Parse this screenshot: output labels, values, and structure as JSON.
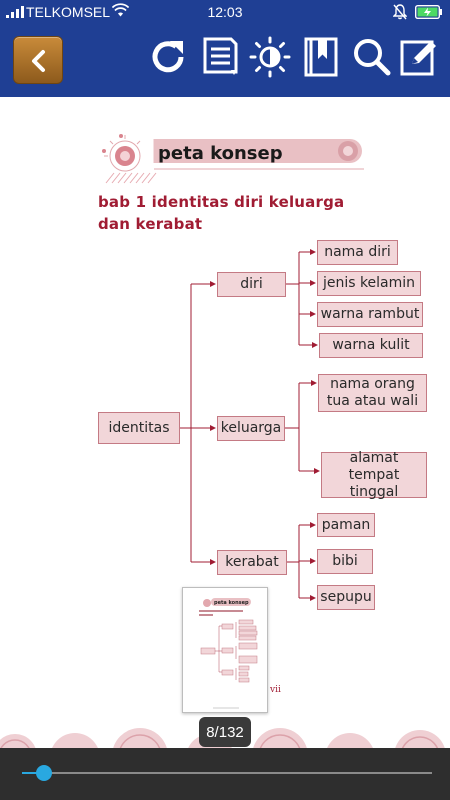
{
  "status": {
    "carrier": "TELKOMSEL",
    "time": "12:03"
  },
  "toolbar": {
    "icons": [
      "back-icon",
      "refresh-icon",
      "table-of-contents-icon",
      "brightness-icon",
      "bookmark-icon",
      "search-icon",
      "edit-note-icon"
    ]
  },
  "page": {
    "banner_title": "peta konsep",
    "chapter_title": "bab 1 identitas diri keluarga dan kerabat",
    "page_number_roman": "vii",
    "concept_map": {
      "root": "identitas",
      "branches": [
        {
          "label": "diri",
          "children": [
            "nama diri",
            "jenis kelamin",
            "warna rambut",
            "warna kulit"
          ]
        },
        {
          "label": "keluarga",
          "children": [
            "nama orang tua atau wali",
            "alamat tempat tinggal"
          ]
        },
        {
          "label": "kerabat",
          "children": [
            "paman",
            "bibi",
            "sepupu"
          ]
        }
      ]
    }
  },
  "navigator": {
    "page_indicator": "8/132",
    "progress": 0.053
  },
  "colors": {
    "header_blue": "#1f3f94",
    "back_button_brown": "#a56c27",
    "node_fill": "#f2d6d9",
    "node_border": "#c47a84",
    "accent_red": "#a01c33",
    "slider_blue": "#29a8e0",
    "bottom_bar": "#2e2e2e"
  }
}
